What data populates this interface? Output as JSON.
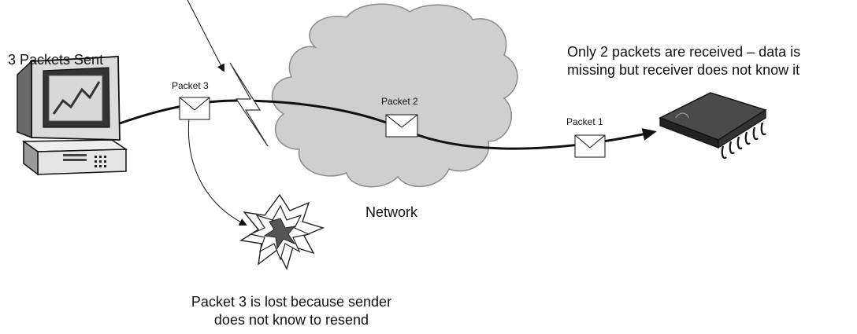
{
  "diagram": {
    "sender_label": "3 Packets Sent",
    "receiver_label_line1": "Only 2 packets are received – data is",
    "receiver_label_line2": "missing but receiver does not know it",
    "network_label": "Network",
    "lost_label_line1": "Packet 3 is lost because sender",
    "lost_label_line2": "does not know to resend",
    "packets": [
      {
        "label": "Packet 3",
        "status": "lost"
      },
      {
        "label": "Packet 2",
        "status": "in transit"
      },
      {
        "label": "Packet 1",
        "status": "delivered"
      }
    ]
  },
  "colors": {
    "line": "#111111",
    "cloud_fill": "#cfcfcf",
    "cloud_stroke": "#8a8a8a",
    "envelope_fill": "#ffffff",
    "chip_fill": "#3a3a3a"
  }
}
